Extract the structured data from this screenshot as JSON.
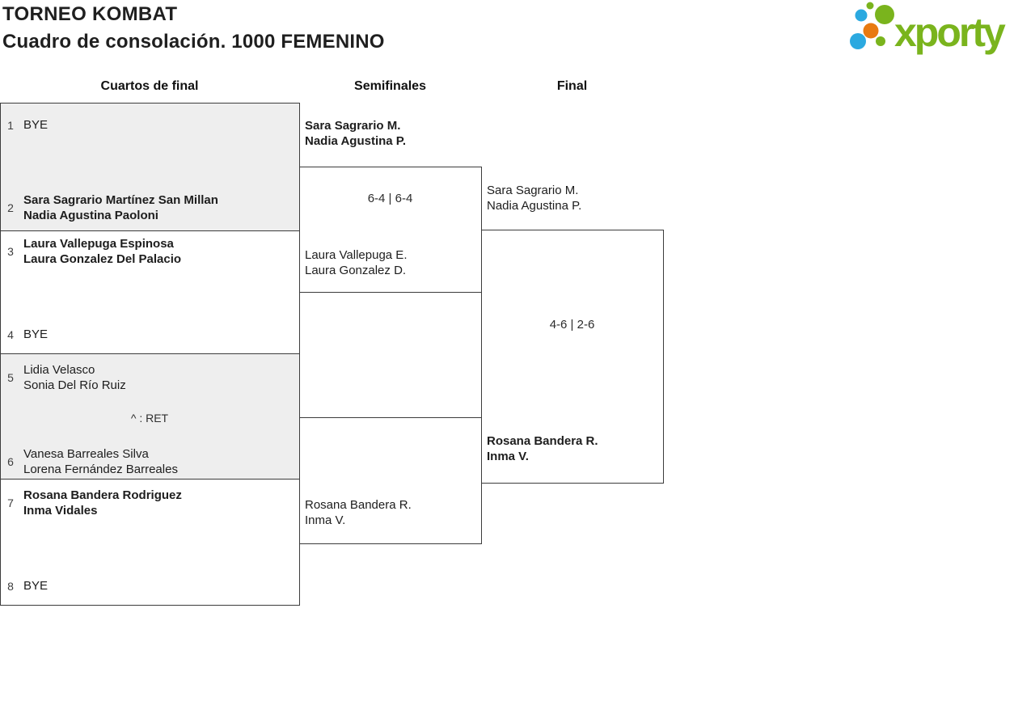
{
  "header": {
    "title": "TORNEO KOMBAT",
    "subtitle": "Cuadro de consolación. 1000 FEMENINO",
    "logo_text": "xporty"
  },
  "round_headers": [
    "Cuartos de final",
    "Semifinales",
    "Final"
  ],
  "bracket": {
    "quarterfinals": [
      {
        "seed": "1",
        "lines": [
          "BYE"
        ]
      },
      {
        "seed": "2",
        "lines": [
          "Sara Sagrario Martínez San Millan",
          "Nadia Agustina Paoloni"
        ]
      },
      {
        "seed": "3",
        "lines": [
          "Laura Vallepuga Espinosa",
          "Laura Gonzalez Del Palacio"
        ]
      },
      {
        "seed": "4",
        "lines": [
          "BYE"
        ]
      },
      {
        "seed": "5",
        "lines": [
          "Lidia Velasco",
          "Sonia Del Río Ruiz"
        ]
      },
      {
        "seed": "6",
        "lines": [
          "Vanesa Barreales Silva",
          "Lorena Fernández Barreales"
        ]
      },
      {
        "seed": "7",
        "lines": [
          "Rosana Bandera Rodriguez",
          "Inma Vidales"
        ]
      },
      {
        "seed": "8",
        "lines": [
          "BYE"
        ]
      }
    ],
    "ret_note": "^ : RET",
    "semifinal_1": {
      "team1": [
        "Sara Sagrario M.",
        "Nadia Agustina P."
      ],
      "score": "6-4 | 6-4",
      "team2": [
        "Laura Vallepuga E.",
        "Laura Gonzalez D."
      ]
    },
    "semifinal_2": {
      "team2": [
        "Rosana Bandera R.",
        "Inma V."
      ]
    },
    "final": {
      "team1": [
        "Sara Sagrario M.",
        "Nadia Agustina P."
      ],
      "score": "4-6 | 2-6",
      "team2": [
        "Rosana Bandera R.",
        "Inma V."
      ]
    }
  },
  "colors": {
    "logo_green": "#7ab41d",
    "logo_blue": "#2ba9e0",
    "logo_orange": "#e87a10"
  }
}
